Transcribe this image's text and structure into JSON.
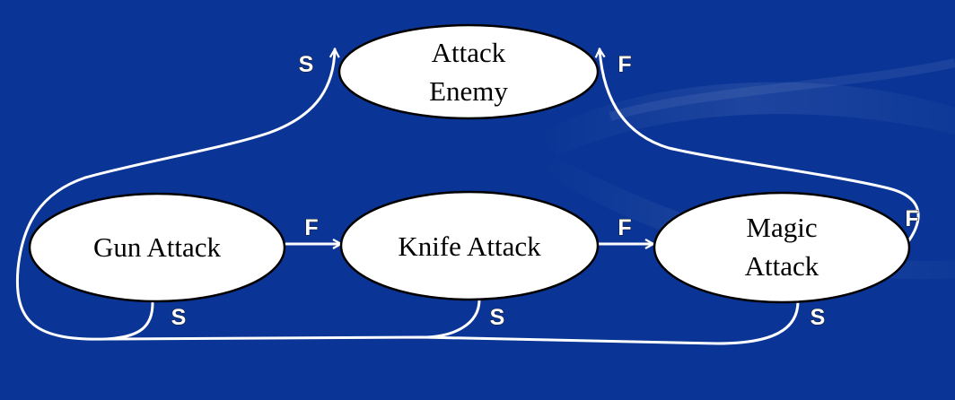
{
  "diagram": {
    "nodes": [
      {
        "id": "attack-enemy",
        "lines": [
          "Attack",
          "Enemy"
        ]
      },
      {
        "id": "gun-attack",
        "lines": [
          "Gun Attack"
        ]
      },
      {
        "id": "knife-attack",
        "lines": [
          "Knife Attack"
        ]
      },
      {
        "id": "magic-attack",
        "lines": [
          "Magic",
          "Attack"
        ]
      }
    ],
    "edges": [
      {
        "from": "gun-attack",
        "to": "knife-attack",
        "label": "F"
      },
      {
        "from": "knife-attack",
        "to": "magic-attack",
        "label": "F"
      },
      {
        "from": "magic-attack",
        "to": "attack-enemy",
        "label": "F"
      },
      {
        "from": "gun-attack",
        "to": "attack-enemy",
        "label": "S"
      },
      {
        "from": "knife-attack",
        "to": "attack-enemy",
        "label": "S"
      },
      {
        "from": "magic-attack",
        "to": "attack-enemy",
        "label": "S"
      }
    ],
    "edge_labels": {
      "top_left_s": "S",
      "top_right_f": "F",
      "gun_knife_f": "F",
      "knife_magic_f": "F",
      "magic_right_f": "F",
      "gun_bottom_s": "S",
      "knife_bottom_s": "S",
      "magic_bottom_s": "S"
    },
    "colors": {
      "background": "#0a3596",
      "node_fill": "#ffffff",
      "node_stroke": "#000000",
      "edge": "#ffffff"
    }
  }
}
